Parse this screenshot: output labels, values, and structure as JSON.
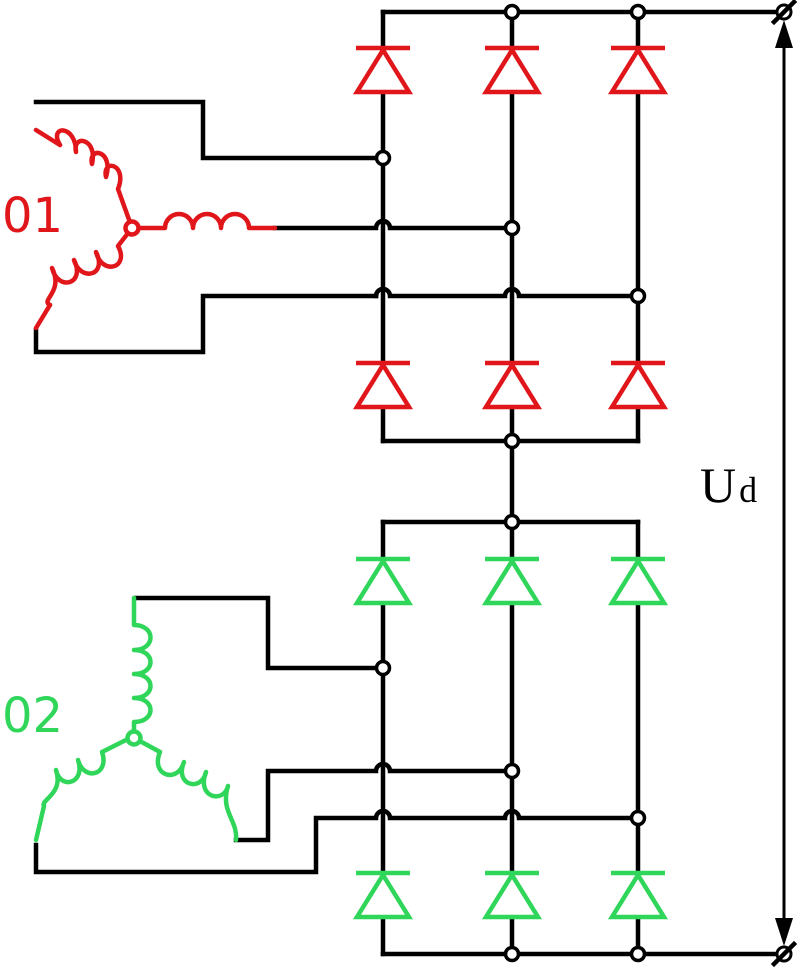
{
  "colors": {
    "wire": "#000000",
    "bridge1": "#e0161b",
    "bridge2": "#2fd65a"
  },
  "labels": {
    "winding1": "01",
    "winding2": "02",
    "voltage_main": "U",
    "voltage_sub": "d"
  }
}
